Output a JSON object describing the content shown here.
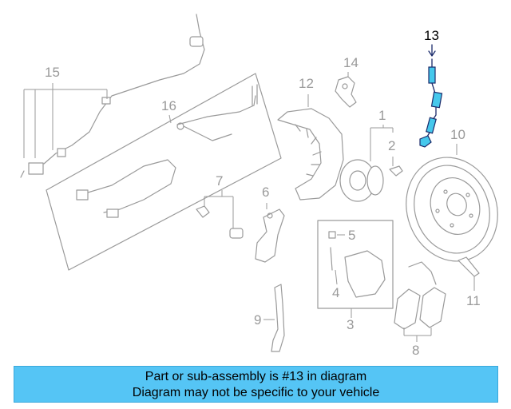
{
  "callouts": {
    "c1": "1",
    "c2": "2",
    "c3": "3",
    "c4": "4",
    "c5": "5",
    "c6": "6",
    "c7": "7",
    "c8": "8",
    "c9": "9",
    "c10": "10",
    "c11": "11",
    "c12": "12",
    "c13": "13",
    "c14": "14",
    "c15": "15",
    "c16": "16"
  },
  "highlighted_part": "13",
  "colors": {
    "banner_bg": "#55c5f5",
    "highlight": "#45c8ec",
    "outline": "#9a9a9a"
  },
  "banner": {
    "line1": "Part or sub-assembly is #13 in diagram",
    "line2": "Diagram may not be specific to your vehicle"
  }
}
